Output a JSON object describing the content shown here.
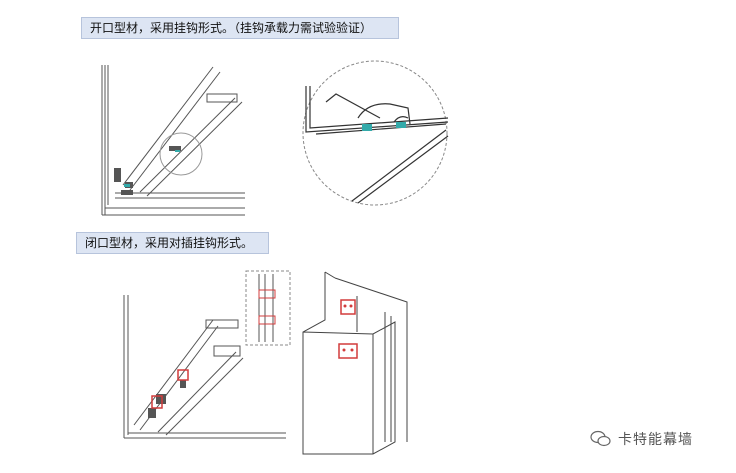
{
  "captions": {
    "open_profile": "开口型材，采用挂钩形式。（挂钩承载力需试验验证）",
    "closed_profile": "闭口型材，采用对插挂钩形式。"
  },
  "watermark": {
    "text": "卡特能幕墙",
    "icon": "wechat-icon"
  },
  "colors": {
    "caption_bg": "#dde5f3",
    "line": "#555555",
    "accent_red": "#d23c3c"
  }
}
